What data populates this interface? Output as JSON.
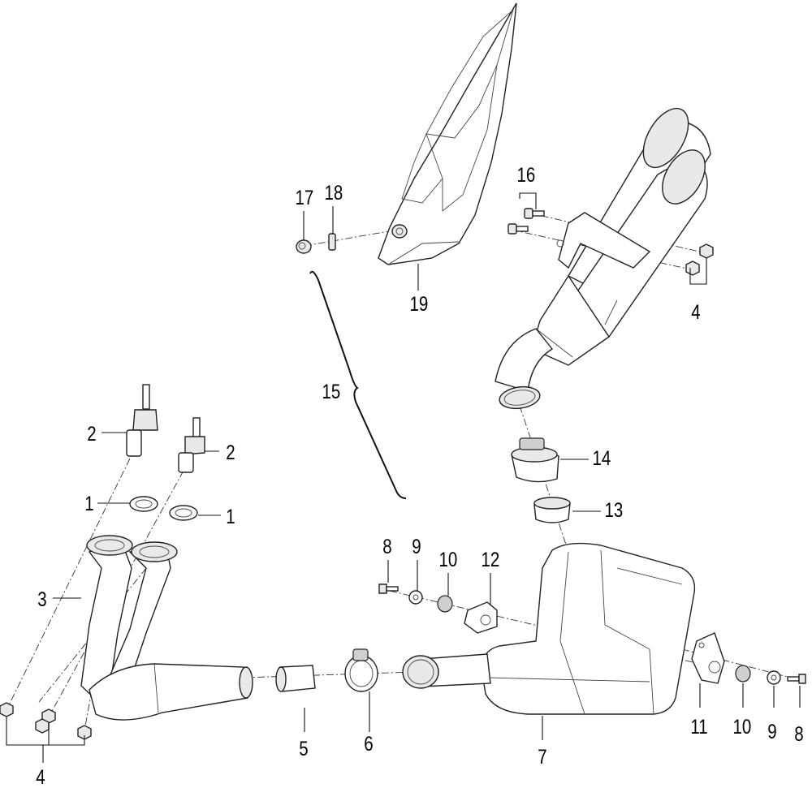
{
  "callouts": {
    "c1a": "1",
    "c1b": "1",
    "c2a": "2",
    "c2b": "2",
    "c3": "3",
    "c4a": "4",
    "c4b": "4",
    "c5": "5",
    "c6": "6",
    "c7": "7",
    "c8a": "8",
    "c8b": "8",
    "c9a": "9",
    "c9b": "9",
    "c10a": "10",
    "c10b": "10",
    "c11": "11",
    "c12": "12",
    "c13": "13",
    "c14": "14",
    "c15": "15",
    "c16": "16",
    "c17": "17",
    "c18": "18",
    "c19": "19"
  }
}
